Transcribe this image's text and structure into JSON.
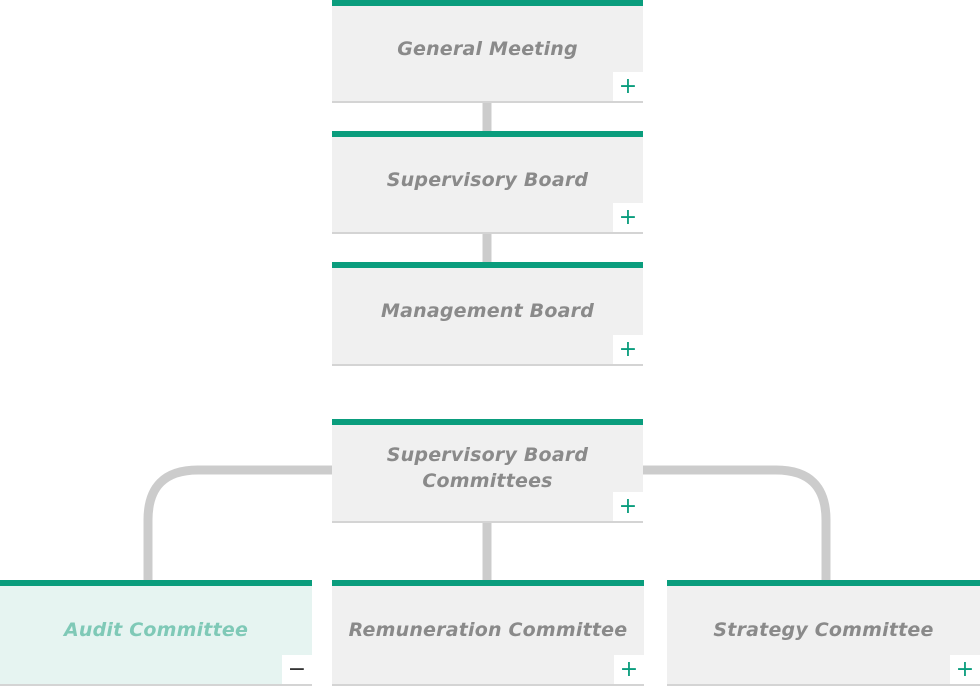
{
  "nodes": {
    "general_meeting": {
      "label": "General Meeting",
      "toggle": "+"
    },
    "supervisory_board": {
      "label": "Supervisory Board",
      "toggle": "+"
    },
    "management_board": {
      "label": "Management Board",
      "toggle": "+"
    },
    "sb_committees": {
      "label": "Supervisory Board\nCommittees",
      "toggle": "+"
    },
    "audit_committee": {
      "label": "Audit Committee",
      "toggle": "−",
      "expanded": true
    },
    "remuneration_committee": {
      "label": "Remuneration Committee",
      "toggle": "+"
    },
    "strategy_committee": {
      "label": "Strategy Committee",
      "toggle": "+"
    }
  },
  "colors": {
    "accent": "#0a9d7d",
    "box_background": "#f0f0f0",
    "active_background": "#e6f4f1",
    "active_text": "#7fc9b7",
    "label_text": "#8a8a8a",
    "connector": "#cccccc"
  }
}
